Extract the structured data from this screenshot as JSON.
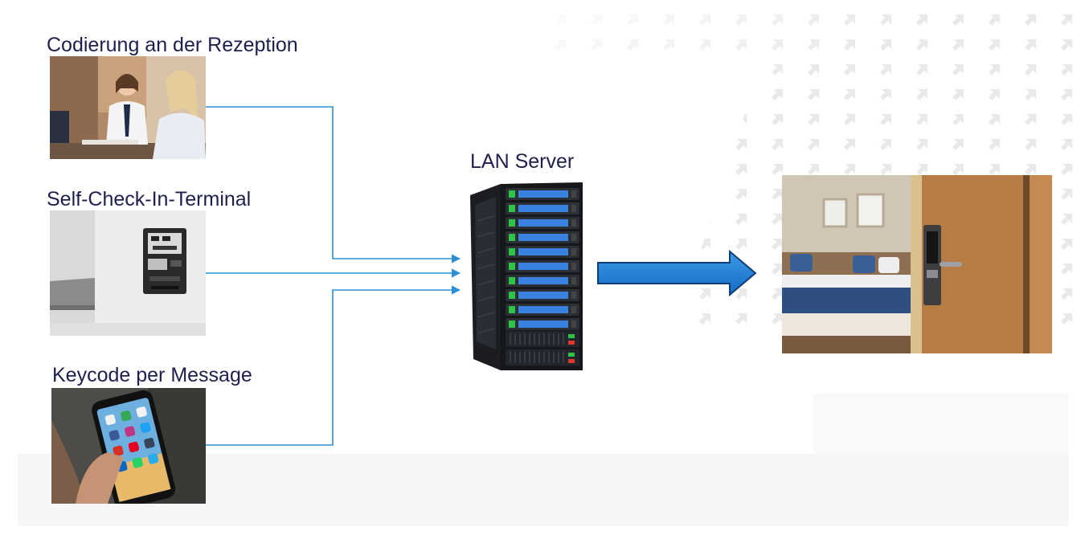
{
  "labels": {
    "reception": "Codierung an der Rezeption",
    "terminal": "Self-Check-In-Terminal",
    "message": "Keycode per Message",
    "server": "LAN Server"
  },
  "icons": {
    "reception_photo": "hotel-reception-photo",
    "terminal_photo": "self-check-in-kiosk-photo",
    "message_photo": "smartphone-photo",
    "server": "server-rack-icon",
    "arrow": "arrow-right-icon",
    "room_photo": "hotel-room-door-lock-photo"
  },
  "colors": {
    "label_text": "#1f1f4e",
    "connector": "#2b8fd6",
    "big_arrow": "#1e7fd8",
    "big_arrow_outline": "#0e3f73"
  }
}
